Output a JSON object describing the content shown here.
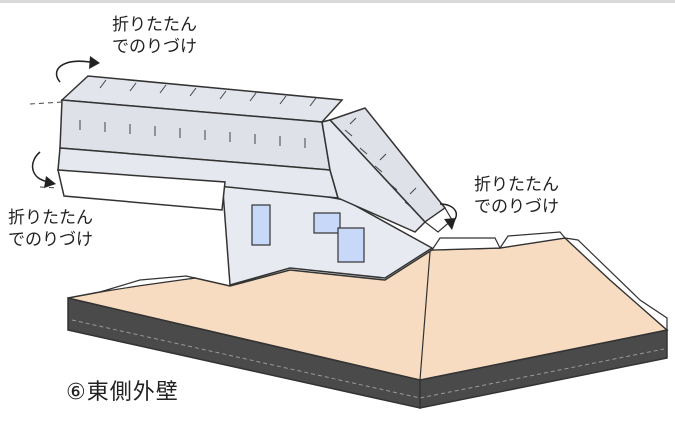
{
  "annotations": [
    {
      "line1": "折りたたん",
      "line2": "でのりづけ"
    },
    {
      "line1": "折りたたん",
      "line2": "でのりづけ"
    },
    {
      "line1": "折りたたん",
      "line2": "でのりづけ"
    }
  ],
  "caption": "⑥東側外壁",
  "colors": {
    "base_top": "#f7dcc2",
    "base_side": "#4a4a4a",
    "wall": "#e8eaf2",
    "roof": "#dfe1e9",
    "window": "#c8d8f8",
    "outline": "#333333"
  }
}
